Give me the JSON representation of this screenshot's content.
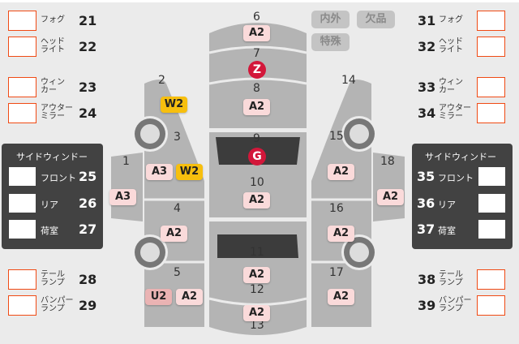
{
  "left_lamps": [
    {
      "label": "フォグ",
      "num": "21"
    },
    {
      "label": "ヘッド\nライト",
      "num": "22"
    },
    {
      "label": "ウィン\nカー",
      "num": "23"
    },
    {
      "label": "アウター\nミラー",
      "num": "24"
    },
    {
      "label": "テール\nランプ",
      "num": "28"
    },
    {
      "label": "バンパー\nランプ",
      "num": "29"
    }
  ],
  "right_lamps": [
    {
      "label": "フォグ",
      "num": "31"
    },
    {
      "label": "ヘッド\nライト",
      "num": "32"
    },
    {
      "label": "ウィン\nカー",
      "num": "33"
    },
    {
      "label": "アウター\nミラー",
      "num": "34"
    },
    {
      "label": "テール\nランプ",
      "num": "38"
    },
    {
      "label": "バンパー\nランプ",
      "num": "39"
    }
  ],
  "left_panel": {
    "title": "サイドウィンドー",
    "items": [
      {
        "label": "フロント",
        "num": "25"
      },
      {
        "label": "リア",
        "num": "26"
      },
      {
        "label": "荷室",
        "num": "27"
      }
    ]
  },
  "right_panel": {
    "title": "サイドウィンドー",
    "items": [
      {
        "label": "フロント",
        "num": "35"
      },
      {
        "label": "リア",
        "num": "36"
      },
      {
        "label": "荷室",
        "num": "37"
      }
    ]
  },
  "filters": [
    "内外",
    "欠品",
    "特殊"
  ],
  "parts": {
    "p1": "1",
    "p2": "2",
    "p3": "3",
    "p4": "4",
    "p5": "5",
    "p6": "6",
    "p7": "7",
    "p8": "8",
    "p9": "9",
    "p10": "10",
    "p11": "11",
    "p12": "12",
    "p13": "13",
    "p14": "14",
    "p15": "15",
    "p16": "16",
    "p17": "17",
    "p18": "18"
  },
  "badges": {
    "b6": "A2",
    "b7": "Z",
    "b8": "A2",
    "b9": "G",
    "b10": "A2",
    "b11": "A2",
    "b12": "A2",
    "b2": "W2",
    "b3a": "A3",
    "b3b": "W2",
    "b1": "A3",
    "b4": "A2",
    "b5a": "U2",
    "b5b": "A2",
    "b15": "A2",
    "b18": "A2",
    "b16": "A2",
    "b17": "A2"
  },
  "colors": {
    "box_border": "#f04a14",
    "panel": "#424242",
    "warn": "#f7bf0e",
    "alert": "#d3173a",
    "badge": "#fadada"
  }
}
